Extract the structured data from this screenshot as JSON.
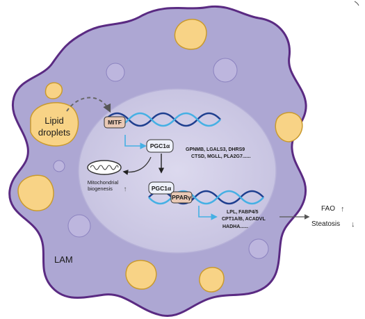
{
  "cell_label": "LAM",
  "lipid_droplets_label": [
    "Lipid",
    "droplets"
  ],
  "mitf_label": "MITF",
  "pgc1a_label": "PGC1α",
  "pgc1a_complex_label": "PGC1α",
  "ppar_label": "PPARγ",
  "genes_group1": [
    "GPNMB, LGALS3, DHRS9",
    "CTSD, MGLL, PLA2G7......"
  ],
  "genes_group2": [
    "LPL, FABP4/5",
    "CPT1A/B, ACADVL",
    "HADHA......"
  ],
  "mito_label": [
    "Mitochondrial",
    "biogenesis"
  ],
  "mito_arrow": "↑",
  "fao_label": "FAO",
  "fao_arrow": "↑",
  "steatosis_label": "Steatosis",
  "steatosis_arrow": "↓",
  "colors": {
    "cytoplasm": "#ada7d3",
    "cell_outline": "#5a2a82",
    "nucleus": "#d0cde6",
    "lipid": "#f8d386",
    "lipid_outline": "#c99a2e",
    "dna_dark": "#1f3f8f",
    "dna_light": "#45b0e4",
    "mitf_box": "#e9c9b5",
    "ppar_box": "#e9c9b5",
    "pgc_box": "#eef1fa"
  }
}
